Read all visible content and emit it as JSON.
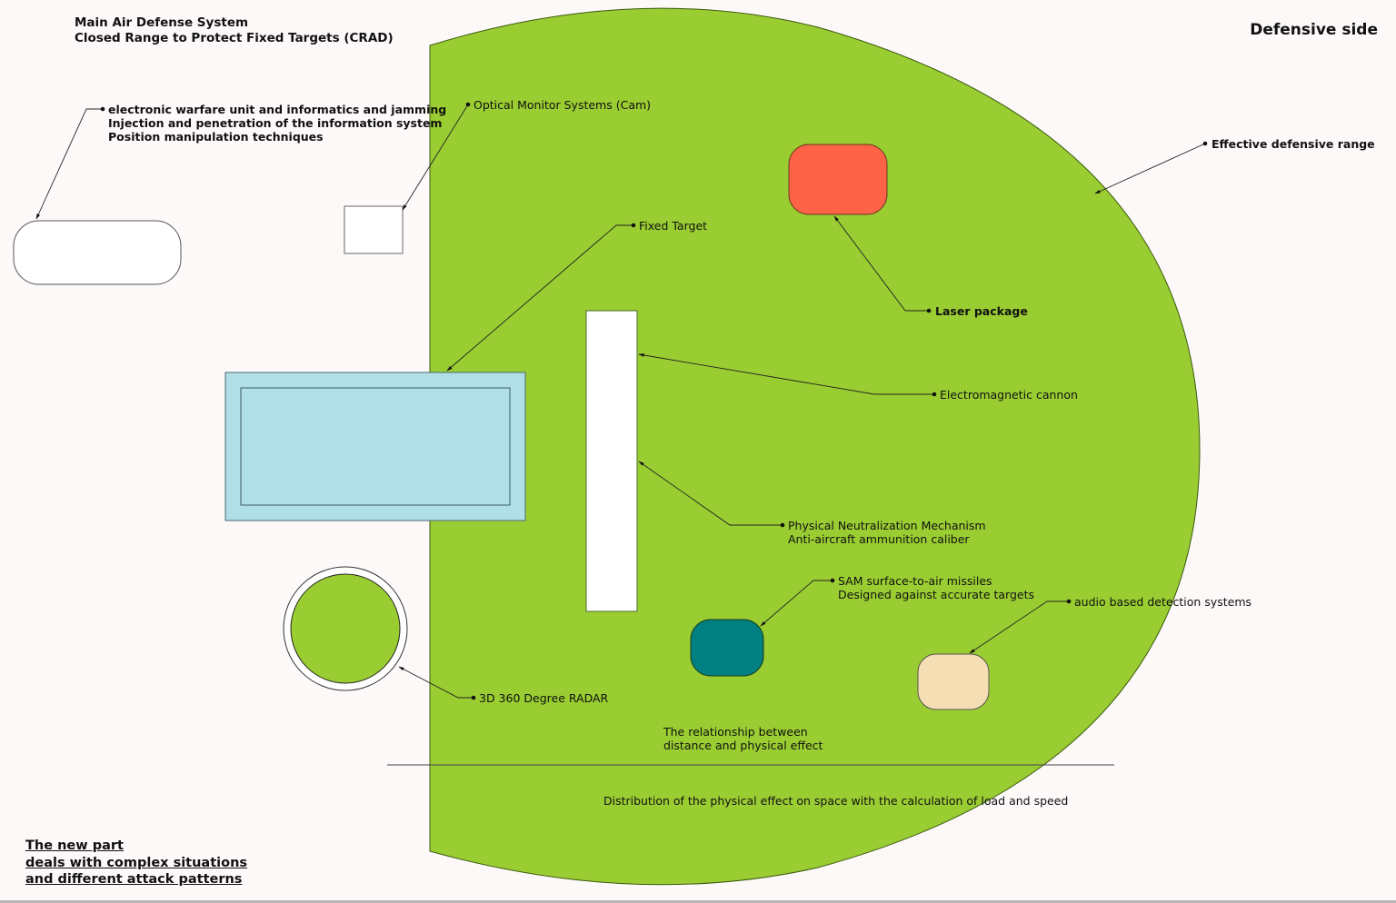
{
  "title": {
    "line1": "Main Air Defense System",
    "line2": "Closed Range to Protect Fixed Targets (CRAD)"
  },
  "side_label": "Defensive side",
  "colors": {
    "background": "#fdf9f8",
    "defense_zone": "#9acd32",
    "laser_package": "#ff6347",
    "sam_missiles": "#008080",
    "audio_detection": "#f5deb3",
    "fixed_target": "#b0dfe5",
    "radar": "#9acd32",
    "neutral_box": "#ffffff"
  },
  "labels": {
    "electronic_warfare": {
      "line1": "electronic warfare unit and informatics and jamming",
      "line2": "Injection and penetration of the information system",
      "line3": "Position manipulation techniques"
    },
    "optical_monitor": "Optical Monitor Systems (Cam)",
    "effective_range": "Effective defensive range",
    "fixed_target": "Fixed Target",
    "laser_package": "Laser package",
    "em_cannon": "Electromagnetic cannon",
    "physical_neutralization": {
      "line1": "Physical Neutralization Mechanism",
      "line2": "Anti-aircraft ammunition caliber"
    },
    "sam": {
      "line1": "SAM surface-to-air missiles",
      "line2": "Designed against accurate targets"
    },
    "audio_detection": "audio based detection systems",
    "radar": "3D 360 Degree RADAR",
    "relationship": {
      "line1": "The relationship between",
      "line2": "distance and physical effect"
    },
    "distribution": "Distribution of the physical effect on space with the calculation of load and speed"
  },
  "note": {
    "line1": "The new part",
    "line2": "deals with complex situations",
    "line3": "and different attack patterns"
  }
}
